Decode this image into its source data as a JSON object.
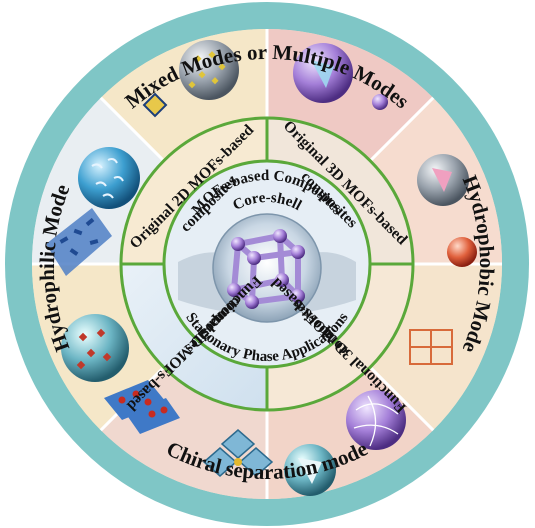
{
  "outer_ring": {
    "top_label": "Mixed Modes or Multiple Modes",
    "right_label": "Hydrophobic Mode",
    "bottom_label": "Chiral separation mode",
    "left_label": "Hydrophilic Mode"
  },
  "sectors": {
    "top_left": [
      "Original 2D MOFs-based",
      "composites"
    ],
    "top_right": [
      "Original 3D MOFs-based",
      "composites"
    ],
    "bottom_right": [
      "Functional 3D MOFs-based",
      "composites"
    ],
    "bottom_left": [
      "Functional 2D MOFs-based",
      "composites"
    ]
  },
  "core": {
    "top_line1": "Core-shell",
    "top_line2": "MOFs-based  Composites",
    "bottom_line": "Stationary Phase Applications"
  },
  "colors": {
    "outer_ring": "#7fc6c6",
    "sector_divider": "#ffffff",
    "middle_ring_stroke": "#5aa83a",
    "warm_panel": "#f5e7c8",
    "pink_panel": "#efc9c4",
    "blue_panel": "#dce9f2",
    "core_fill": "#e6eef5"
  },
  "icons": [
    "crystal-sphere-icon",
    "diamond-crystal-icon",
    "nanosheet-sphere-icon",
    "blue-crystal-flakes-icon",
    "core-shell-sphere-icon",
    "red-diamond-sheet-icon",
    "octahedra-cluster-icon",
    "mof-cube-framework-icon"
  ]
}
